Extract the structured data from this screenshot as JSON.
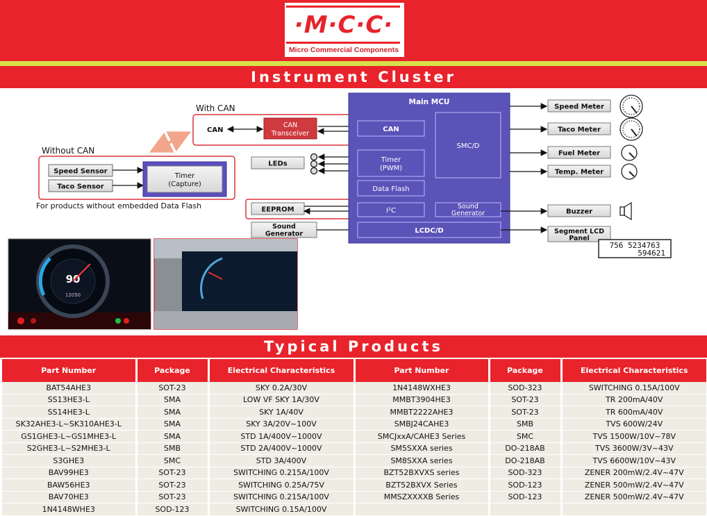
{
  "brand": {
    "logo": "·M·C·C·",
    "name": "Micro Commercial Components",
    "brand_color": "#e8232b",
    "accent_color": "#d8e04a"
  },
  "sections": {
    "instrument_cluster": "Instrument Cluster",
    "typical_products": "Typical Products"
  },
  "diagram": {
    "with_can": "With CAN",
    "without_can": "Without CAN",
    "can": "CAN",
    "can_transceiver_1": "CAN",
    "can_transceiver_2": "Transceiver",
    "speed_sensor": "Speed Sensor",
    "taco_sensor": "Taco Sensor",
    "timer_capture_1": "Timer",
    "timer_capture_2": "(Capture)",
    "note": "For products without embedded Data Flash",
    "leds": "LEDs",
    "eeprom": "EEPROM",
    "sound_gen_1": "Sound",
    "sound_gen_2": "Generator",
    "mcu": {
      "title": "Main MCU",
      "can": "CAN",
      "smcd": "SMC/D",
      "timer_1": "Timer",
      "timer_2": "(PWM)",
      "data_flash": "Data Flash",
      "i2c": "I²C",
      "sound_1": "Sound",
      "sound_2": "Generator",
      "lcdcd": "LCDC/D"
    },
    "outputs": {
      "speed_meter": "Speed Meter",
      "taco_meter": "Taco Meter",
      "fuel_meter": "Fuel Meter",
      "temp_meter": "Temp. Meter",
      "buzzer": "Buzzer",
      "segment_lcd_1": "Segment LCD",
      "segment_lcd_2": "Panel",
      "lcd_line1": "756 5234763",
      "lcd_line2": "594621"
    },
    "photo": {
      "speed": "90",
      "odo": "12050"
    }
  },
  "products": {
    "headers": [
      "Part Number",
      "Package",
      "Electrical Characteristics",
      "Part Number",
      "Package",
      "Electrical Characteristics"
    ],
    "rows": [
      [
        "BAT54AHE3",
        "SOT-23",
        "SKY 0.2A/30V",
        "1N4148WXHE3",
        "SOD-323",
        "SWITCHING 0.15A/100V"
      ],
      [
        "SS13HE3-L",
        "SMA",
        "LOW VF SKY 1A/30V",
        "MMBT3904HE3",
        "SOT-23",
        "TR 200mA/40V"
      ],
      [
        "SS14HE3-L",
        "SMA",
        "SKY 1A/40V",
        "MMBT2222AHE3",
        "SOT-23",
        "TR 600mA/40V"
      ],
      [
        "SK32AHE3-L~SK310AHE3-L",
        "SMA",
        "SKY 3A/20V~100V",
        "SMBJ24CAHE3",
        "SMB",
        "TVS 600W/24V"
      ],
      [
        "GS1GHE3-L~GS1MHE3-L",
        "SMA",
        "STD 1A/400V~1000V",
        "SMCJxxA/CAHE3 Series",
        "SMC",
        "TVS 1500W/10V~78V"
      ],
      [
        "S2GHE3-L~S2MHE3-L",
        "SMB",
        "STD 2A/400V~1000V",
        "SM5SXXA series",
        "DO-218AB",
        "TVS 3600W/3V~43V"
      ],
      [
        "S3GHE3",
        "SMC",
        "STD 3A/400V",
        "SM8SXXA series",
        "DO-218AB",
        "TVS 6600W/10V~43V"
      ],
      [
        "BAV99HE3",
        "SOT-23",
        "SWITCHING 0.215A/100V",
        "BZT52BXVXS series",
        "SOD-323",
        "ZENER 200mW/2.4V~47V"
      ],
      [
        "BAW56HE3",
        "SOT-23",
        "SWITCHING 0.25A/75V",
        "BZT52BXVX Series",
        "SOD-123",
        "ZENER 500mW/2.4V~47V"
      ],
      [
        "BAV70HE3",
        "SOT-23",
        "SWITCHING 0.215A/100V",
        "MMSZXXXXB Series",
        "SOD-123",
        "ZENER 500mW/2.4V~47V"
      ],
      [
        "1N4148WHE3",
        "SOD-123",
        "SWITCHING 0.15A/100V",
        "",
        "",
        ""
      ]
    ]
  }
}
